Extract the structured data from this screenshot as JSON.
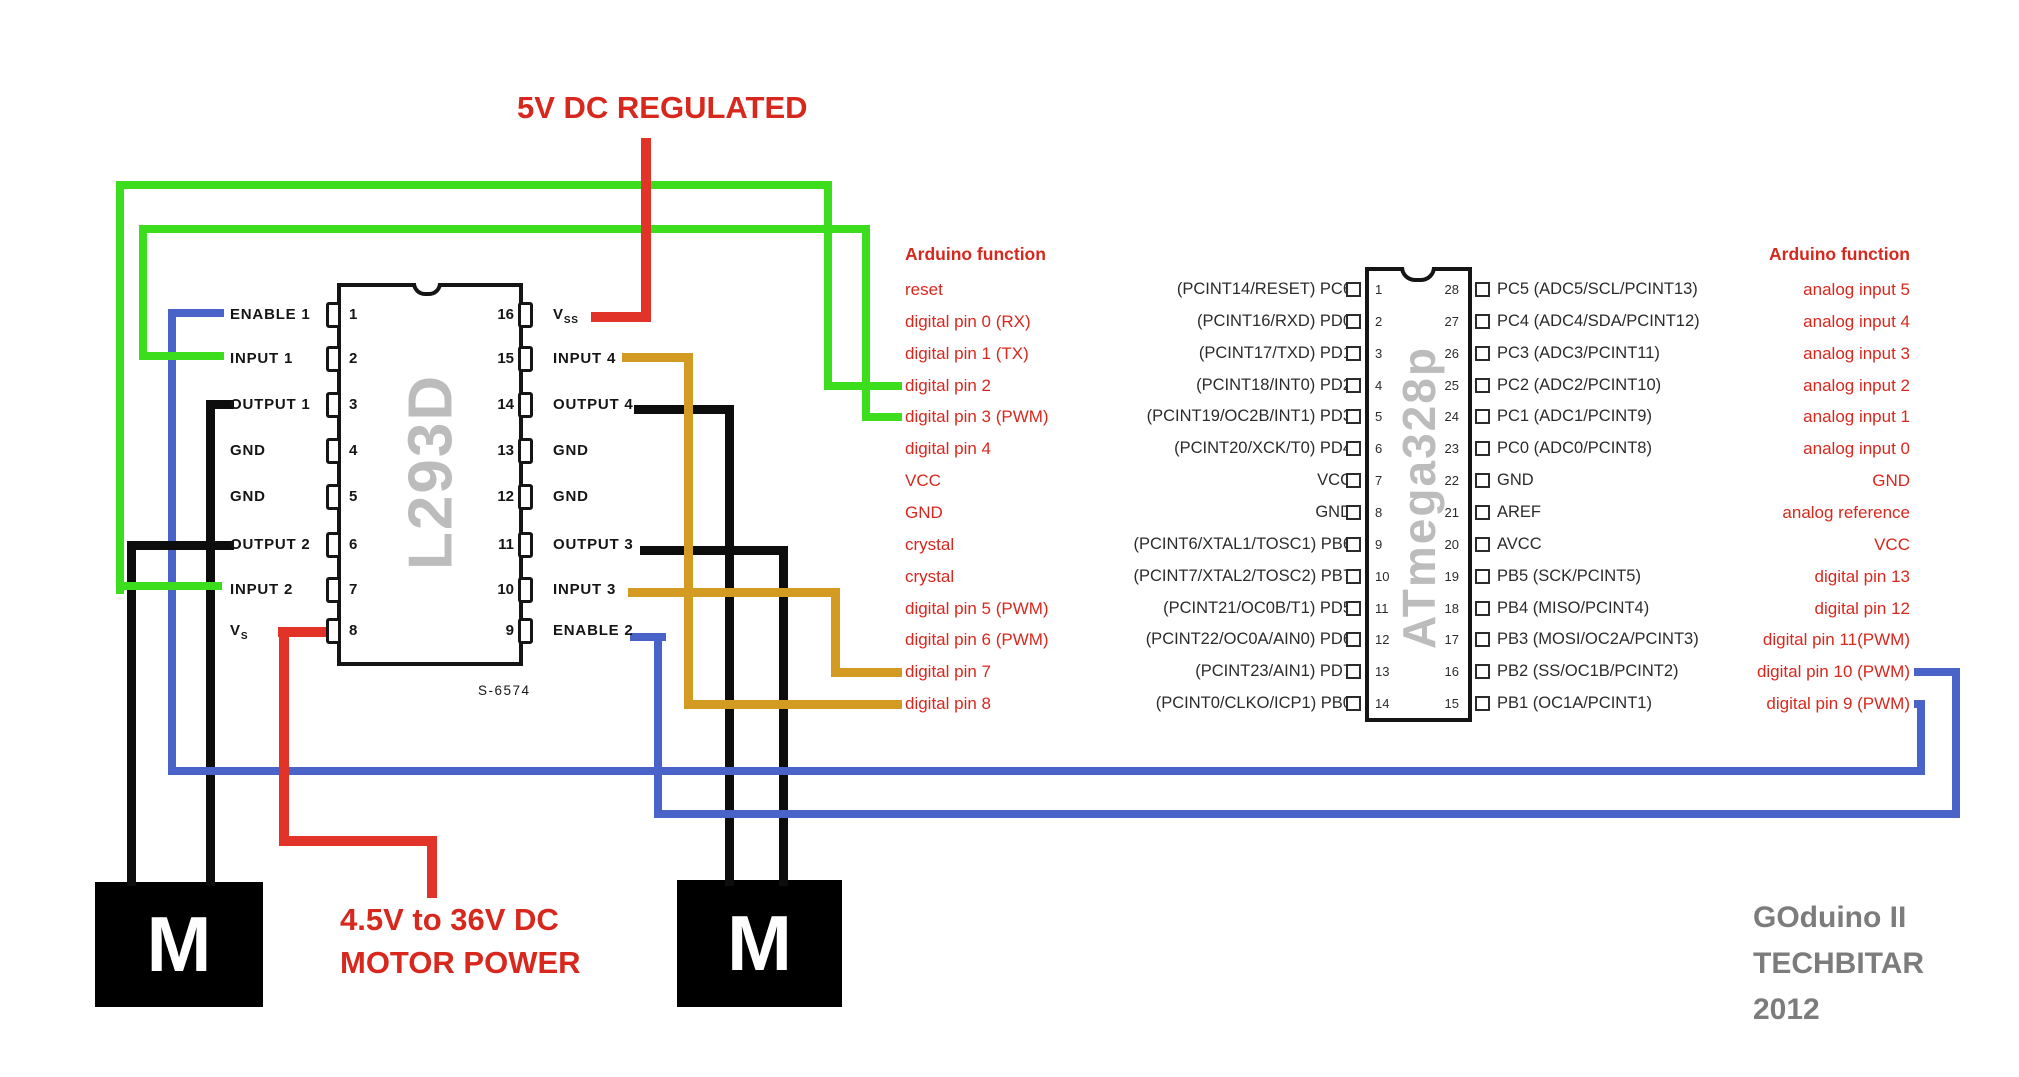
{
  "colors": {
    "green": "#3bdd1c",
    "blue": "#4a63c8",
    "orange": "#d49b22",
    "black": "#0d0d0d",
    "red_wire": "#e23329",
    "red_text": "#d8281e",
    "gray_text": "#7c7c7c",
    "chip_gray": "#bcbcbc"
  },
  "labels": {
    "regulated": "5V DC REGULATED",
    "motor_power": [
      "4.5V to 36V DC",
      "MOTOR POWER"
    ],
    "credit": [
      "GOduino II",
      "TECHBITAR",
      "2012"
    ],
    "motor": "M"
  },
  "l293d": {
    "name": "L293D",
    "part_number": "S-6574",
    "left_pins": [
      {
        "num": "1",
        "label": "ENABLE 1"
      },
      {
        "num": "2",
        "label": "INPUT 1"
      },
      {
        "num": "3",
        "label": "OUTPUT 1"
      },
      {
        "num": "4",
        "label": "GND"
      },
      {
        "num": "5",
        "label": "GND"
      },
      {
        "num": "6",
        "label": "OUTPUT 2"
      },
      {
        "num": "7",
        "label": "INPUT 2"
      },
      {
        "num": "8",
        "label": "V",
        "sub": "S"
      }
    ],
    "right_pins": [
      {
        "num": "16",
        "label": "V",
        "sub": "SS"
      },
      {
        "num": "15",
        "label": "INPUT 4"
      },
      {
        "num": "14",
        "label": "OUTPUT 4"
      },
      {
        "num": "13",
        "label": "GND"
      },
      {
        "num": "12",
        "label": "GND"
      },
      {
        "num": "11",
        "label": "OUTPUT 3"
      },
      {
        "num": "10",
        "label": "INPUT 3"
      },
      {
        "num": "9",
        "label": "ENABLE 2"
      }
    ]
  },
  "atmega": {
    "name": "ATmega328p",
    "header": "Arduino function",
    "rows": [
      {
        "fn_left": "reset",
        "sig_left": "(PCINT14/RESET) PC6",
        "pin_left": "1",
        "pin_right": "28",
        "sig_right": "PC5 (ADC5/SCL/PCINT13)",
        "fn_right": "analog input 5"
      },
      {
        "fn_left": "digital pin 0 (RX)",
        "sig_left": "(PCINT16/RXD) PD0",
        "pin_left": "2",
        "pin_right": "27",
        "sig_right": "PC4 (ADC4/SDA/PCINT12)",
        "fn_right": "analog input 4"
      },
      {
        "fn_left": "digital pin 1 (TX)",
        "sig_left": "(PCINT17/TXD) PD1",
        "pin_left": "3",
        "pin_right": "26",
        "sig_right": "PC3 (ADC3/PCINT11)",
        "fn_right": "analog input 3"
      },
      {
        "fn_left": "digital pin 2",
        "sig_left": "(PCINT18/INT0) PD2",
        "pin_left": "4",
        "pin_right": "25",
        "sig_right": "PC2 (ADC2/PCINT10)",
        "fn_right": "analog input 2"
      },
      {
        "fn_left": "digital pin 3 (PWM)",
        "sig_left": "(PCINT19/OC2B/INT1) PD3",
        "pin_left": "5",
        "pin_right": "24",
        "sig_right": "PC1 (ADC1/PCINT9)",
        "fn_right": "analog input 1"
      },
      {
        "fn_left": "digital pin 4",
        "sig_left": "(PCINT20/XCK/T0) PD4",
        "pin_left": "6",
        "pin_right": "23",
        "sig_right": "PC0 (ADC0/PCINT8)",
        "fn_right": "analog input 0"
      },
      {
        "fn_left": "VCC",
        "sig_left": "VCC",
        "pin_left": "7",
        "pin_right": "22",
        "sig_right": "GND",
        "fn_right": "GND"
      },
      {
        "fn_left": "GND",
        "sig_left": "GND",
        "pin_left": "8",
        "pin_right": "21",
        "sig_right": "AREF",
        "fn_right": "analog reference"
      },
      {
        "fn_left": "crystal",
        "sig_left": "(PCINT6/XTAL1/TOSC1) PB6",
        "pin_left": "9",
        "pin_right": "20",
        "sig_right": "AVCC",
        "fn_right": "VCC"
      },
      {
        "fn_left": "crystal",
        "sig_left": "(PCINT7/XTAL2/TOSC2) PB7",
        "pin_left": "10",
        "pin_right": "19",
        "sig_right": "PB5 (SCK/PCINT5)",
        "fn_right": "digital pin 13"
      },
      {
        "fn_left": "digital pin 5 (PWM)",
        "sig_left": "(PCINT21/OC0B/T1) PD5",
        "pin_left": "11",
        "pin_right": "18",
        "sig_right": "PB4 (MISO/PCINT4)",
        "fn_right": "digital pin 12"
      },
      {
        "fn_left": "digital pin 6 (PWM)",
        "sig_left": "(PCINT22/OC0A/AIN0) PD6",
        "pin_left": "12",
        "pin_right": "17",
        "sig_right": "PB3 (MOSI/OC2A/PCINT3)",
        "fn_right": "digital pin 11(PWM)"
      },
      {
        "fn_left": "digital pin 7",
        "sig_left": "(PCINT23/AIN1) PD7",
        "pin_left": "13",
        "pin_right": "16",
        "sig_right": "PB2 (SS/OC1B/PCINT2)",
        "fn_right": "digital pin 10 (PWM)"
      },
      {
        "fn_left": "digital pin 8",
        "sig_left": "(PCINT0/CLKO/ICP1) PB0",
        "pin_left": "14",
        "pin_right": "15",
        "sig_right": "PB1 (OC1A/PCINT1)",
        "fn_right": "digital pin 9 (PWM)"
      }
    ]
  },
  "wires": [
    {
      "id": "wire-input2-to-digital-pin-2",
      "color": "green"
    },
    {
      "id": "wire-input1-to-digital-pin-3",
      "color": "green"
    },
    {
      "id": "wire-enable1-to-digital-pin-9",
      "color": "blue"
    },
    {
      "id": "wire-enable2-to-digital-pin-10",
      "color": "blue"
    },
    {
      "id": "wire-output1-to-motor1",
      "color": "black"
    },
    {
      "id": "wire-output2-to-motor1",
      "color": "black"
    },
    {
      "id": "wire-output4-to-motor2",
      "color": "black"
    },
    {
      "id": "wire-output3-to-motor2",
      "color": "black"
    },
    {
      "id": "wire-input4-to-digital-pin-8",
      "color": "orange"
    },
    {
      "id": "wire-input3-to-digital-pin-7",
      "color": "orange"
    },
    {
      "id": "wire-5v-regulated-to-vss",
      "color": "red_wire"
    },
    {
      "id": "wire-vs-to-motor-power",
      "color": "red_wire"
    }
  ]
}
